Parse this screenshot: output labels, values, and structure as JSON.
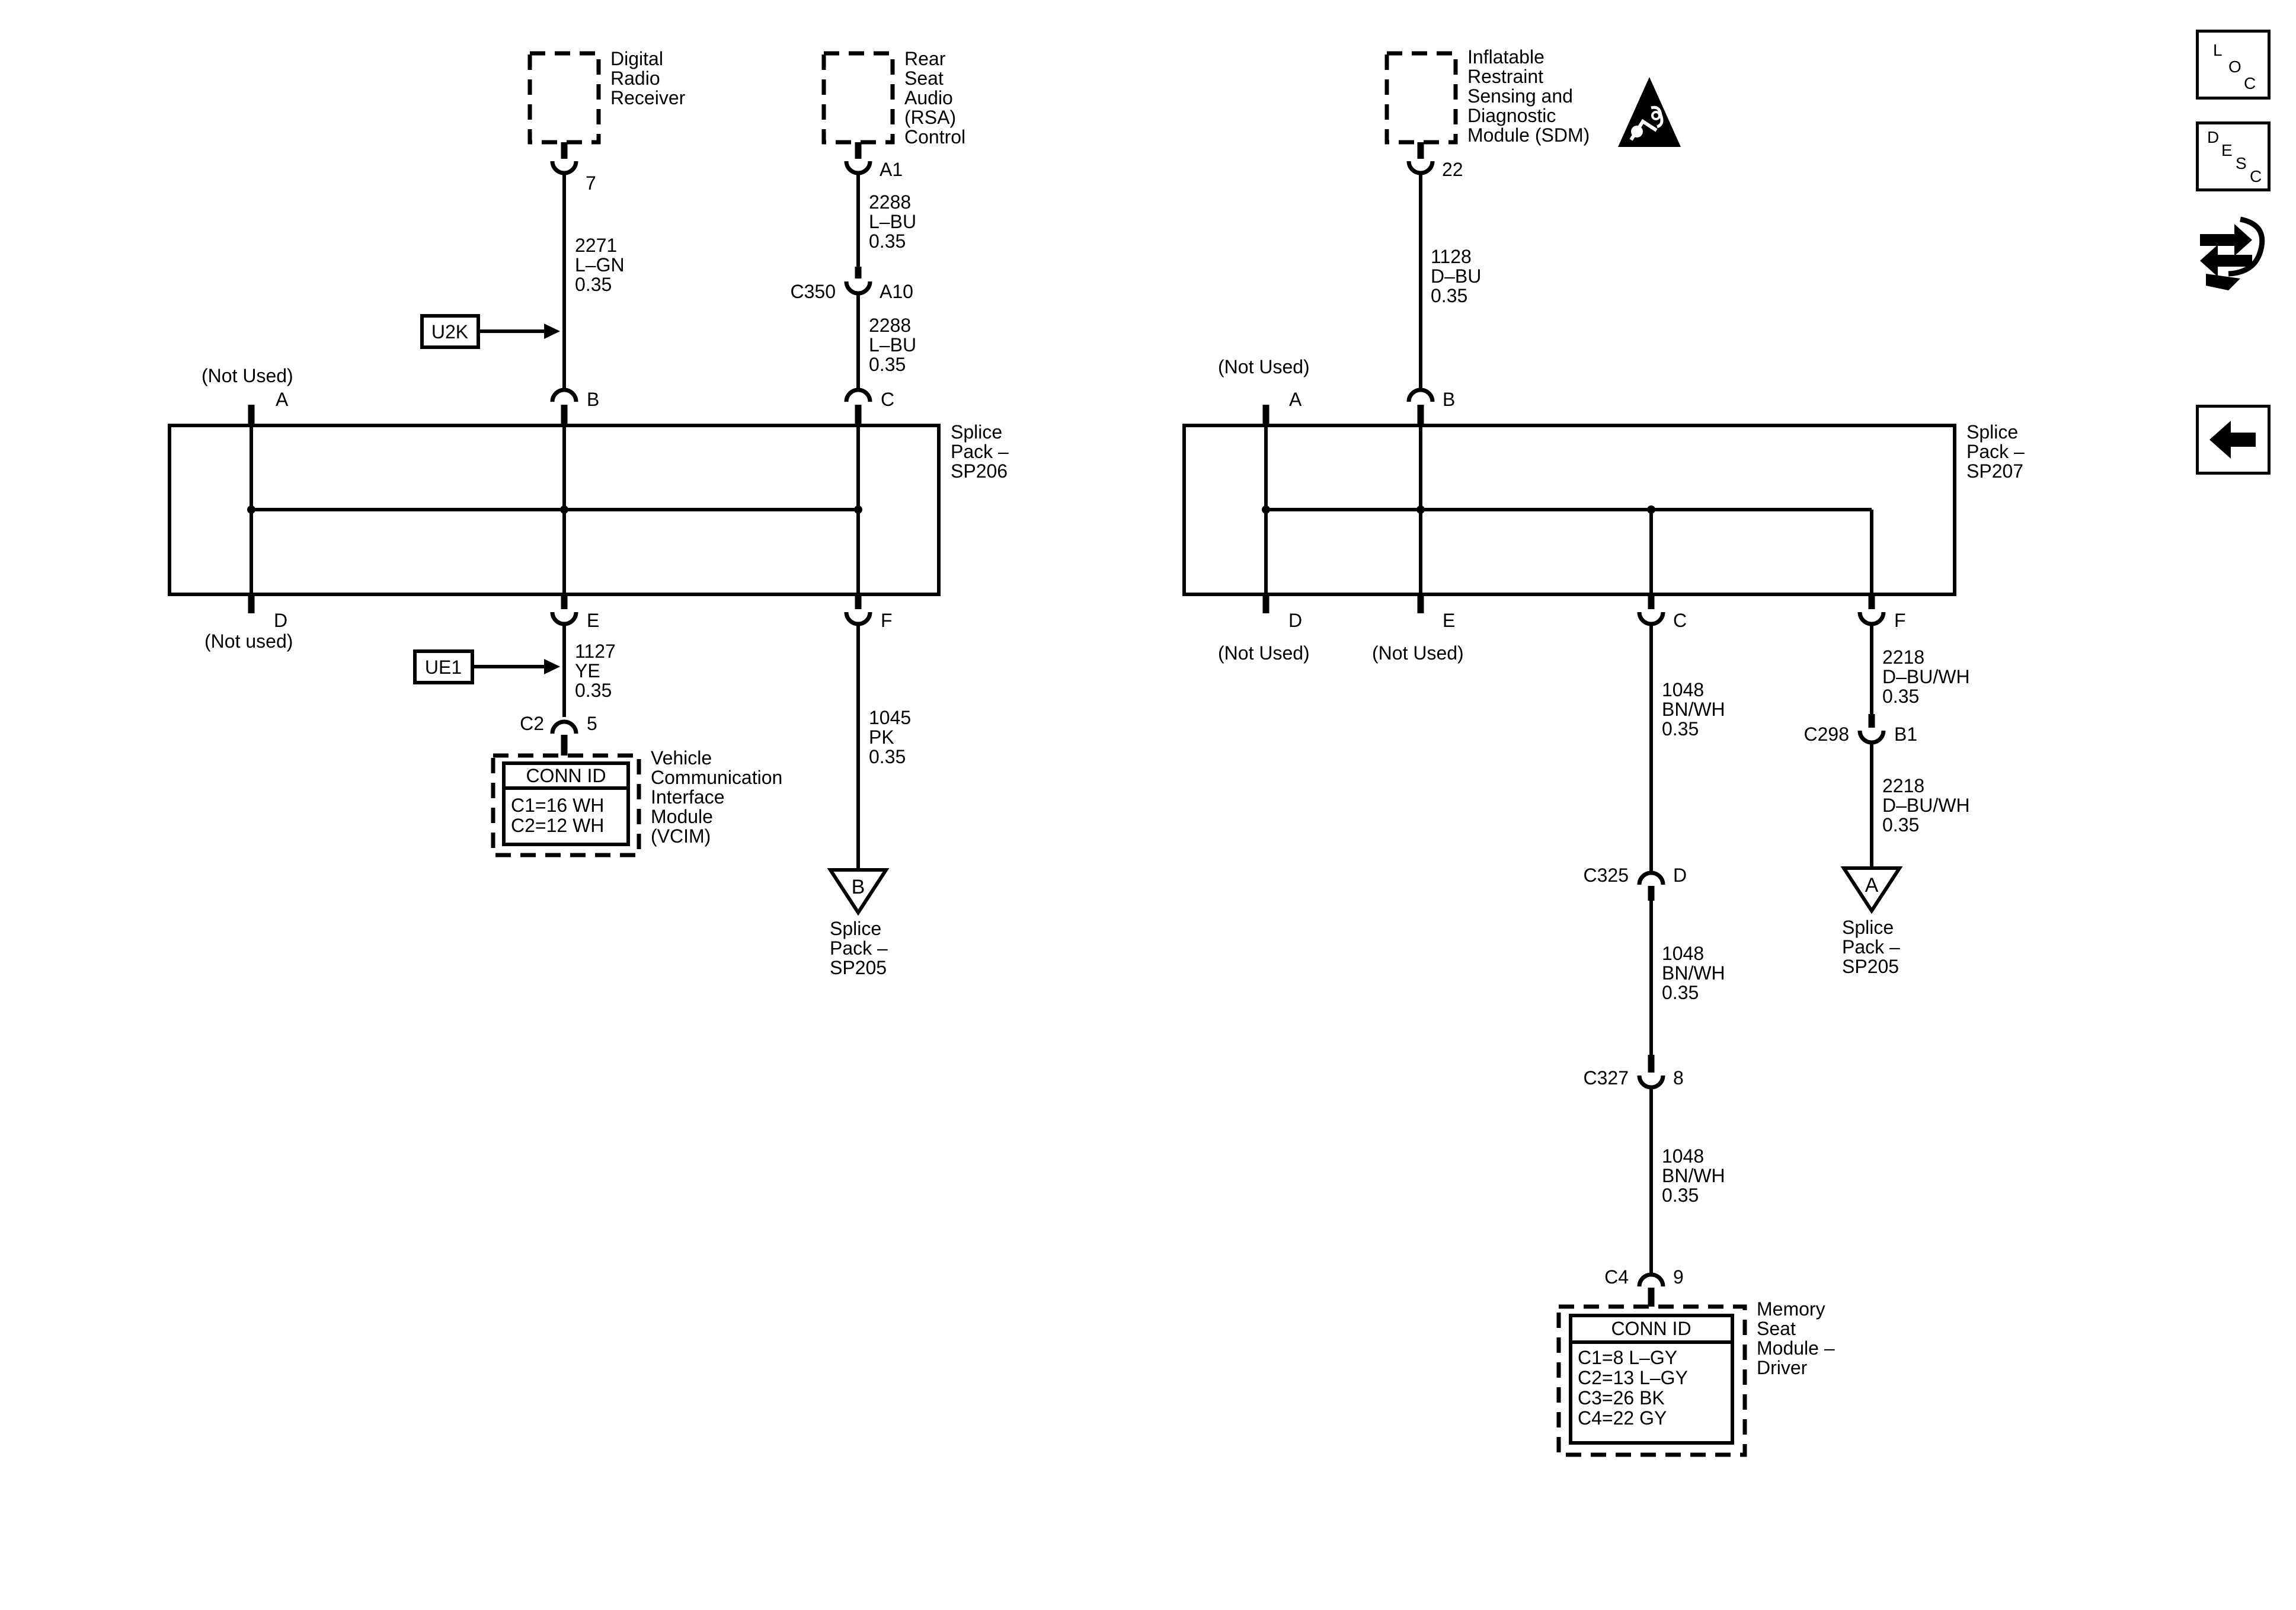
{
  "left": {
    "radio": {
      "label_lines": [
        "Digital",
        "Radio",
        "Receiver"
      ],
      "pin": "7",
      "wire": [
        "2271",
        "L–GN",
        "0.35"
      ]
    },
    "rsa": {
      "label_lines": [
        "Rear",
        "Seat",
        "Audio",
        "(RSA)",
        "Control"
      ],
      "pin": "A1",
      "wire1": [
        "2288",
        "L–BU",
        "0.35"
      ],
      "conn": "C350",
      "conn_pin": "A10",
      "wire2": [
        "2288",
        "L–BU",
        "0.35"
      ]
    },
    "u2k": "U2K",
    "ue1": "UE1",
    "not_used_top": "(Not Used)",
    "not_used_bottom": "(Not used)",
    "pins_top": [
      "A",
      "B",
      "C"
    ],
    "pins_bottom": [
      "D",
      "E",
      "F"
    ],
    "splice_label": [
      "Splice",
      "Pack –",
      "SP206"
    ],
    "wire_e": [
      "1127",
      "YE",
      "0.35"
    ],
    "vcim": {
      "conn": "C2",
      "pin": "5",
      "conn_id_title": "CONN ID",
      "conn_id_lines": [
        "C1=16 WH",
        "C2=12 WH"
      ],
      "label_lines": [
        "Vehicle",
        "Communication",
        "Interface",
        "Module",
        "(VCIM)"
      ]
    },
    "wire_f": [
      "1045",
      "PK",
      "0.35"
    ],
    "ref": {
      "letter": "B",
      "label_lines": [
        "Splice",
        "Pack –",
        "SP205"
      ]
    }
  },
  "right": {
    "sdm": {
      "label_lines": [
        "Inflatable",
        "Restraint",
        "Sensing and",
        "Diagnostic",
        "Module (SDM)"
      ],
      "pin": "22",
      "wire": [
        "1128",
        "D–BU",
        "0.35"
      ]
    },
    "not_used": "(Not Used)",
    "pins_top": [
      "A",
      "B"
    ],
    "pins_bottom": [
      "D",
      "E",
      "C",
      "F"
    ],
    "splice_label": [
      "Splice",
      "Pack –",
      "SP207"
    ],
    "wire_c1": [
      "1048",
      "BN/WH",
      "0.35"
    ],
    "c325": {
      "conn": "C325",
      "pin": "D"
    },
    "wire_c2": [
      "1048",
      "BN/WH",
      "0.35"
    ],
    "c327": {
      "conn": "C327",
      "pin": "8"
    },
    "wire_c3": [
      "1048",
      "BN/WH",
      "0.35"
    ],
    "mem": {
      "conn": "C4",
      "pin": "9",
      "conn_id_title": "CONN ID",
      "conn_id_lines": [
        "C1=8 L–GY",
        "C2=13 L–GY",
        "C3=26 BK",
        "C4=22 GY"
      ],
      "label_lines": [
        "Memory",
        "Seat",
        "Module –",
        "Driver"
      ]
    },
    "wire_f1": [
      "2218",
      "D–BU/WH",
      "0.35"
    ],
    "c298": {
      "conn": "C298",
      "pin": "B1"
    },
    "wire_f2": [
      "2218",
      "D–BU/WH",
      "0.35"
    ],
    "ref": {
      "letter": "A",
      "label_lines": [
        "Splice",
        "Pack –",
        "SP205"
      ]
    }
  },
  "sidebar": {
    "loc": [
      "L",
      "O",
      "C"
    ],
    "desc": [
      "D",
      "E",
      "S",
      "C"
    ]
  },
  "icons": [
    "airbag-warning-icon",
    "connector-swap-icon",
    "back-arrow-icon"
  ]
}
